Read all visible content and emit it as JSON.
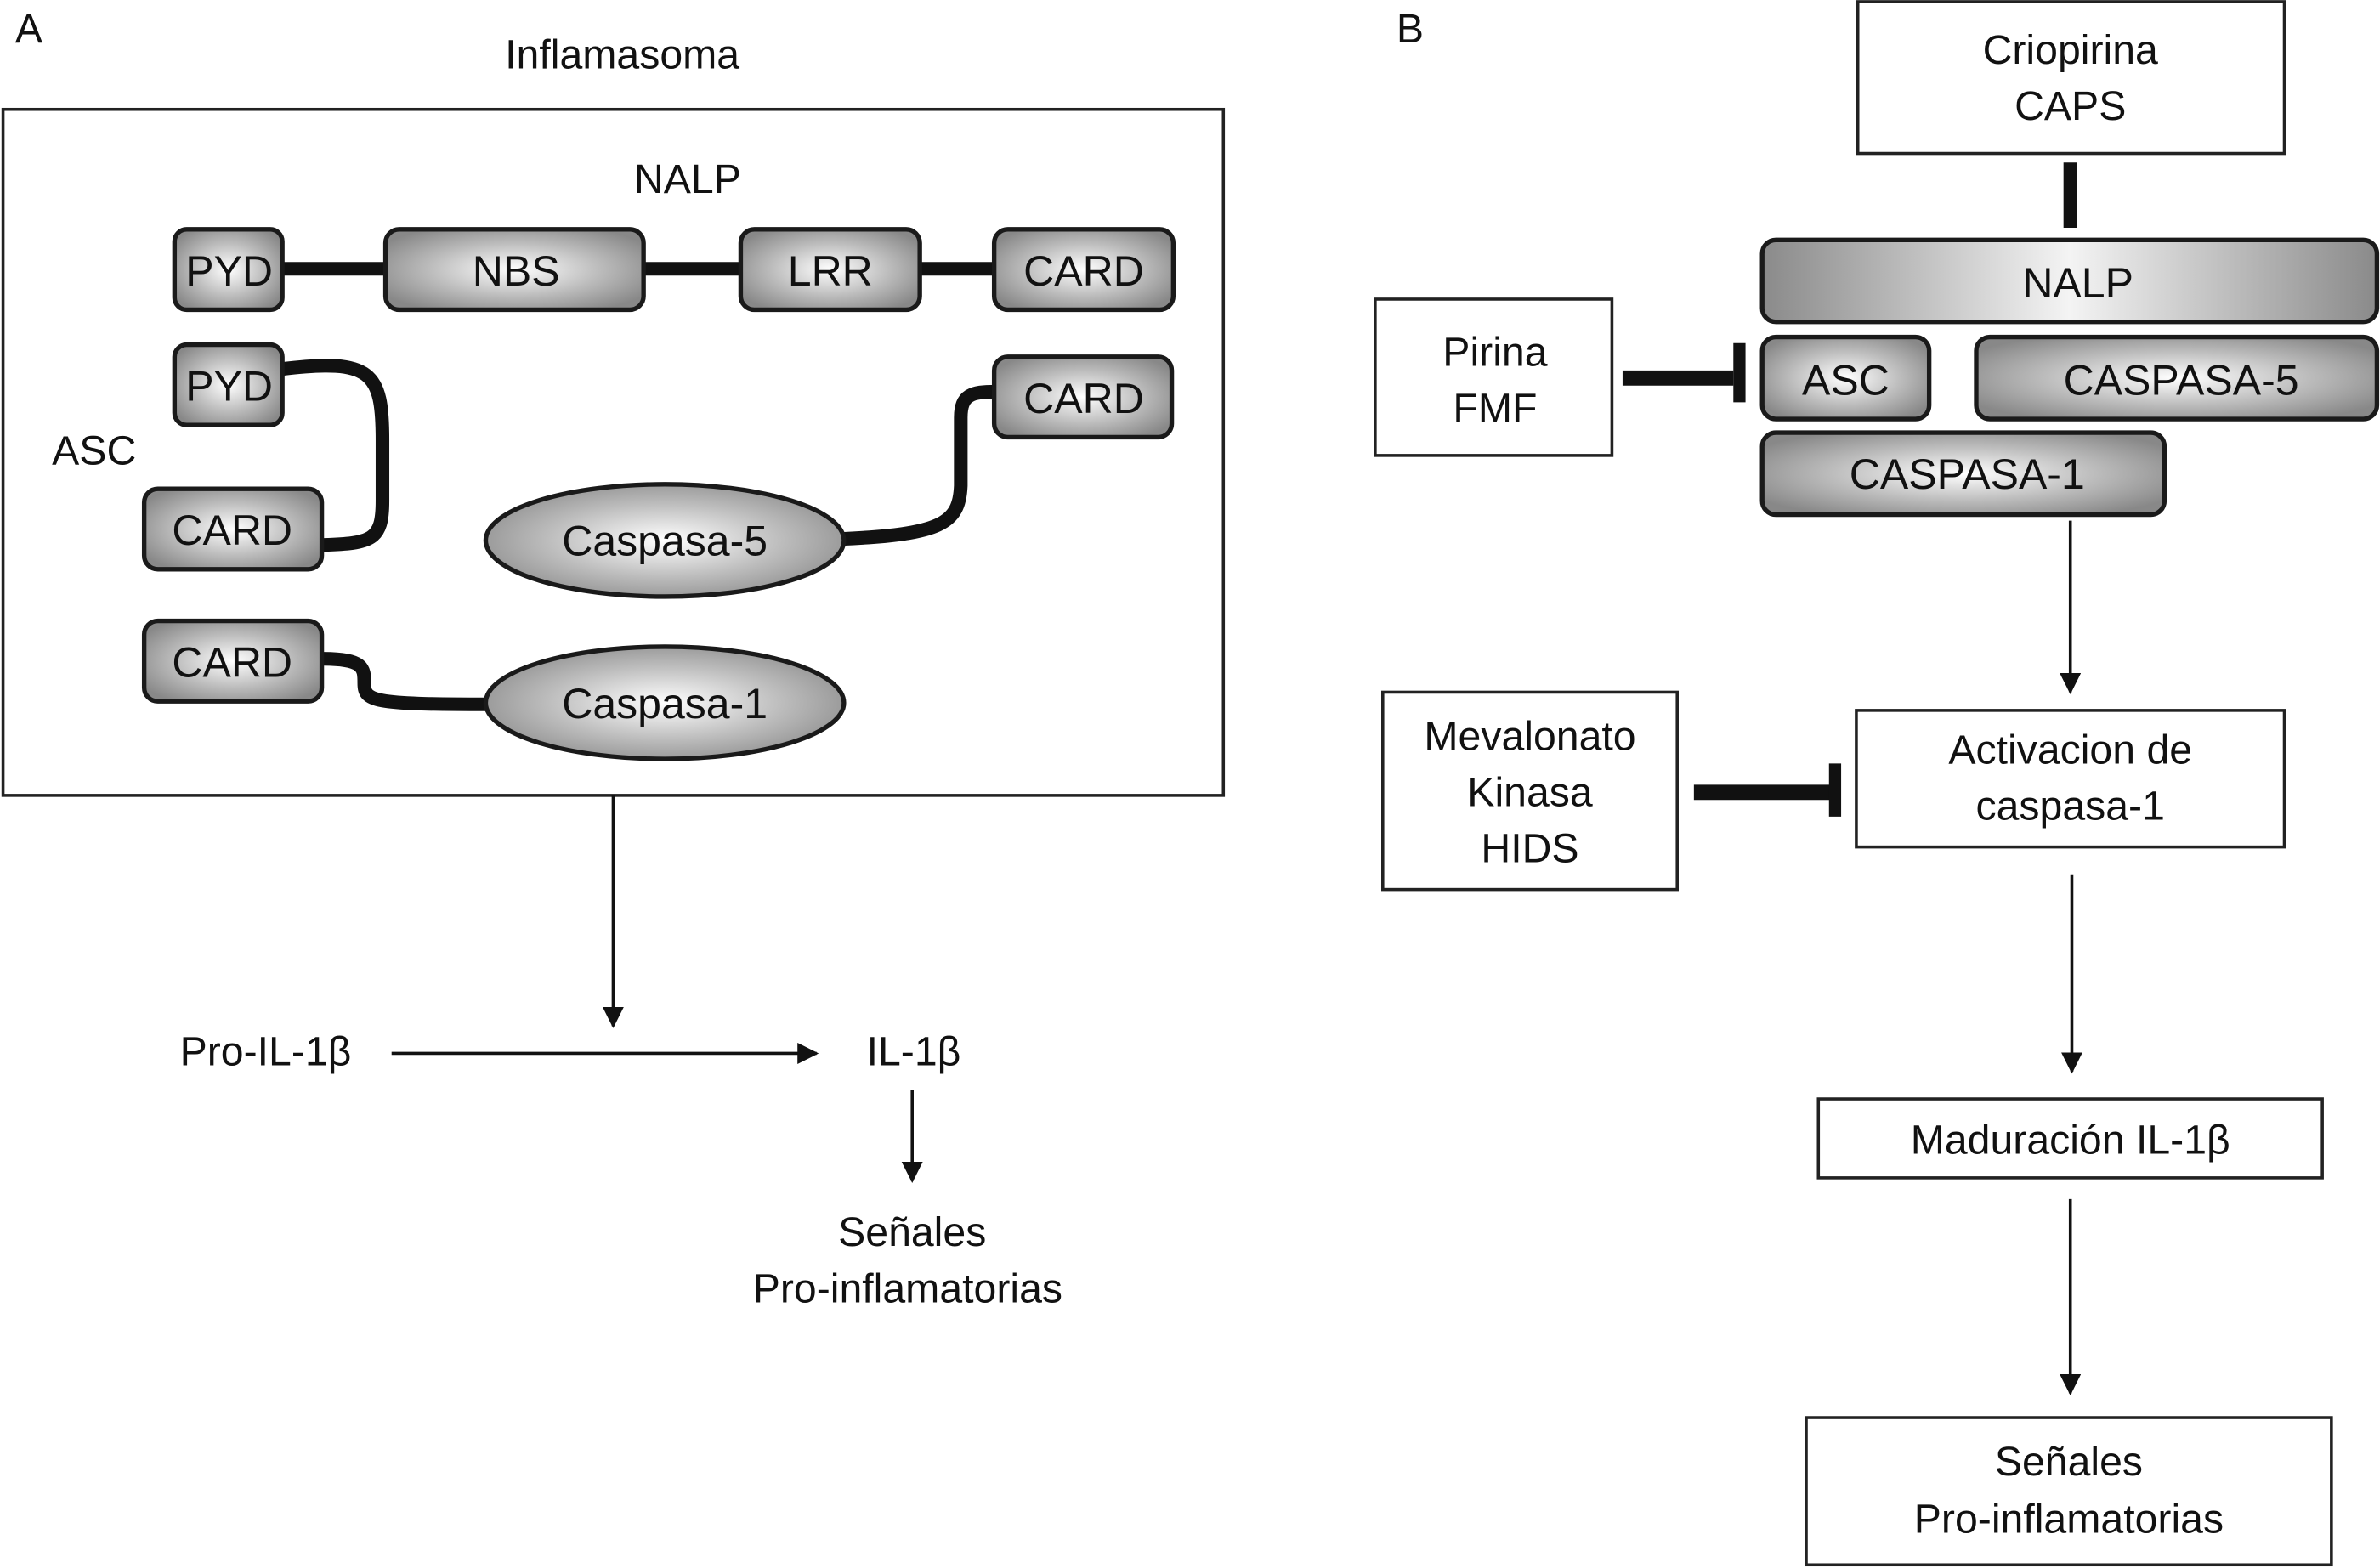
{
  "panel_a": {
    "letter": "A",
    "title": "Inflamasoma",
    "nalp_label": "NALP",
    "nalp_domains": [
      "PYD",
      "NBS",
      "LRR",
      "CARD"
    ],
    "asc_label": "ASC",
    "asc_domains": [
      "PYD",
      "CARD"
    ],
    "caspase5": {
      "card": "CARD",
      "body": "Caspasa-5"
    },
    "caspase1": {
      "card": "CARD",
      "body": "Caspasa-1"
    },
    "substrate": "Pro-IL-1β",
    "product": "IL-1β",
    "output_line1": "Señales",
    "output_line2": "Pro-inflamatorias"
  },
  "panel_b": {
    "letter": "B",
    "criopirina": [
      "Criopirina",
      "CAPS"
    ],
    "nalp": "NALP",
    "asc": "ASC",
    "caspasa5": "CASPASA-5",
    "caspasa1": "CASPASA-1",
    "pirina": [
      "Pirina",
      "FMF"
    ],
    "mevalonato": [
      "Mevalonato",
      "Kinasa",
      "HIDS"
    ],
    "activacion": [
      "Activacion de",
      "caspasa-1"
    ],
    "maduracion": "Maduración IL-1β",
    "senales": [
      "Señales",
      "Pro-inflamatorias"
    ]
  }
}
